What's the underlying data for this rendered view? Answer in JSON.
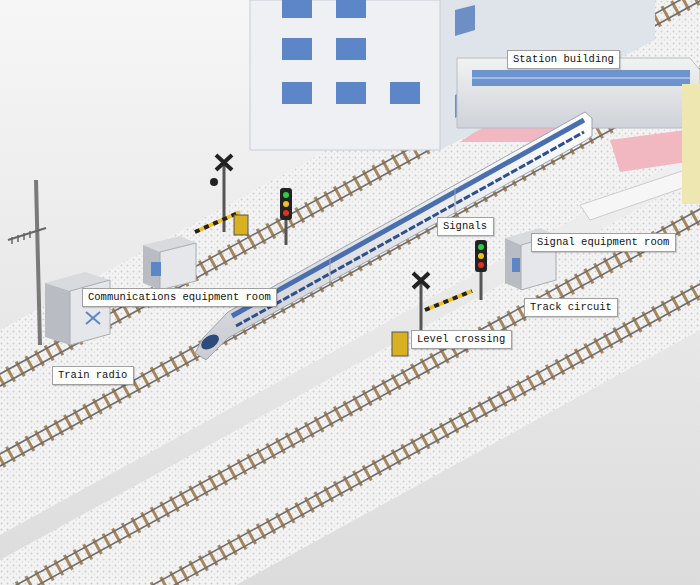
{
  "diagram": {
    "nodes": [
      {
        "text": [
          "Station building"
        ]
      },
      {
        "text": [
          "Signals"
        ]
      },
      {
        "text": [
          "Signal equipment room"
        ]
      },
      {
        "text": [
          "Communications equipment room"
        ]
      },
      {
        "text": [
          "Track circuit"
        ]
      },
      {
        "text": [
          "Level crossing"
        ]
      },
      {
        "text": [
          "Train radio"
        ]
      }
    ]
  }
}
